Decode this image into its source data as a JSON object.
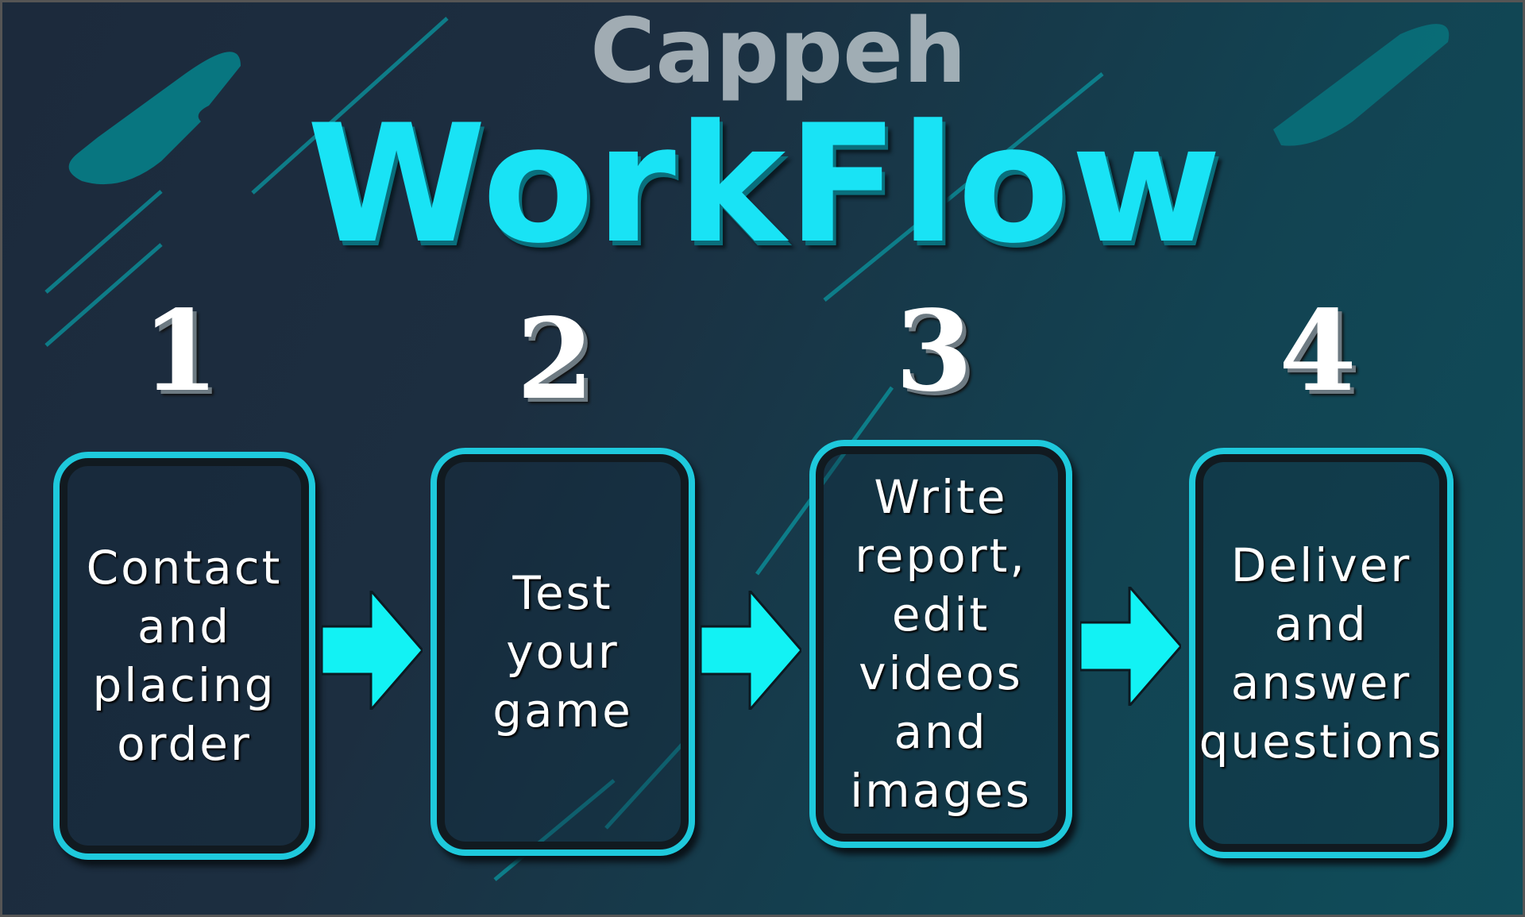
{
  "title": "WorkFlow",
  "watermark": "Cappeh",
  "colors": {
    "accent": "#19e3f5",
    "arrow": "#12f2f4",
    "border": "#1ec9dc"
  },
  "steps": [
    {
      "number": "1",
      "lines": [
        "Contact",
        "and",
        "placing",
        "order"
      ]
    },
    {
      "number": "2",
      "lines": [
        "Test",
        "your",
        "game"
      ]
    },
    {
      "number": "3",
      "lines": [
        "Write",
        "report,",
        "edit",
        "videos",
        "and",
        "images"
      ]
    },
    {
      "number": "4",
      "lines": [
        "Deliver",
        "and",
        "answer",
        "questions"
      ]
    }
  ]
}
